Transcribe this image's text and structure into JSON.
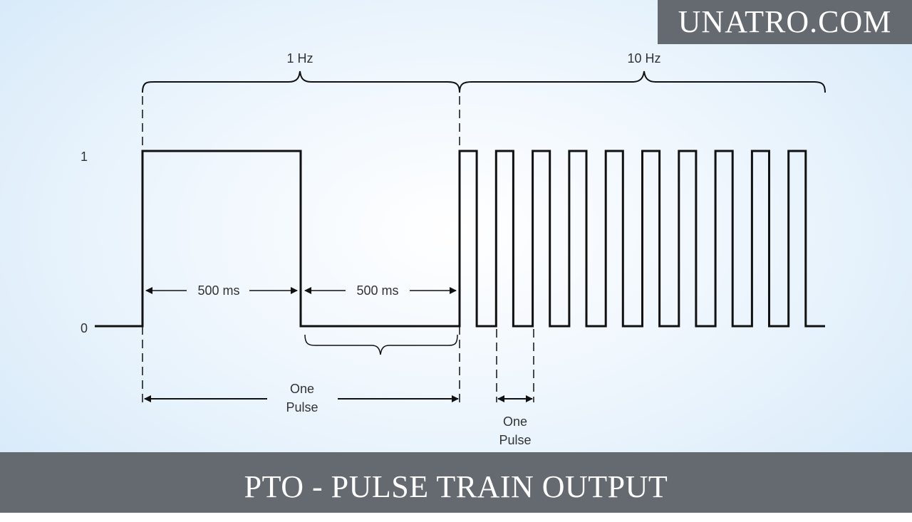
{
  "brand": {
    "text": "UNATRO.COM"
  },
  "footer": {
    "title": "PTO - PULSE TRAIN OUTPUT"
  },
  "diagram": {
    "levels": {
      "high": "1",
      "low": "0"
    },
    "freq_labels": {
      "slow": "1 Hz",
      "fast": "10 Hz"
    },
    "durations": {
      "high_time": "500 ms",
      "low_time": "500 ms"
    },
    "pulse_labels": {
      "slow_line1": "One",
      "slow_line2": "Pulse",
      "fast_line1": "One",
      "fast_line2": "Pulse"
    },
    "fast_pulse_count": 10
  },
  "colors": {
    "banner": "#656970",
    "banner_text": "#ffffff",
    "signal": "#111111",
    "label": "#333333"
  }
}
